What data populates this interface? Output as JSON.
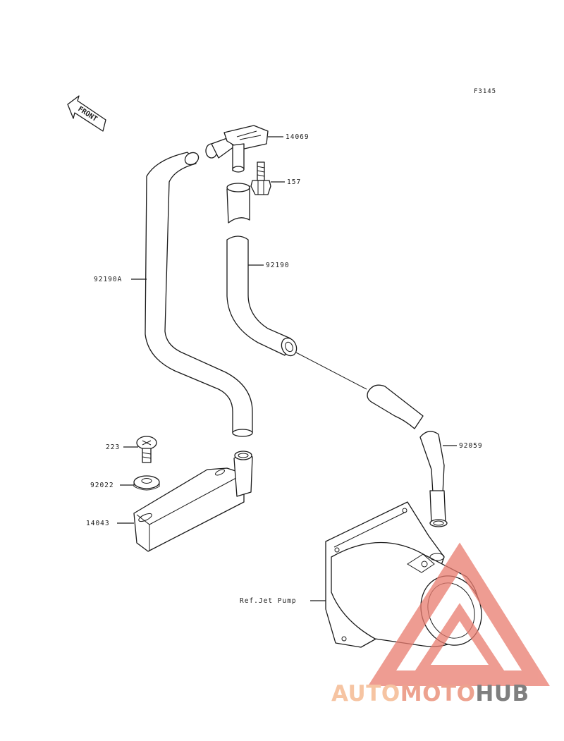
{
  "figure_code": "F3145",
  "front_label": "FRONT",
  "callouts": {
    "p14069": "14069",
    "p157": "157",
    "p92190": "92190",
    "p92190a": "92190A",
    "p92059": "92059",
    "p223": "223",
    "p92022": "92022",
    "p14043": "14043",
    "ref_jet_pump": "Ref.Jet Pump"
  },
  "watermark": {
    "part1": "AUTO",
    "part2": "MOTO",
    "part3": "HUB",
    "color_light": "#f4b183",
    "color_mid": "#e8836a",
    "color_dark": "#555555",
    "triangle_color": "#e97b6e"
  }
}
